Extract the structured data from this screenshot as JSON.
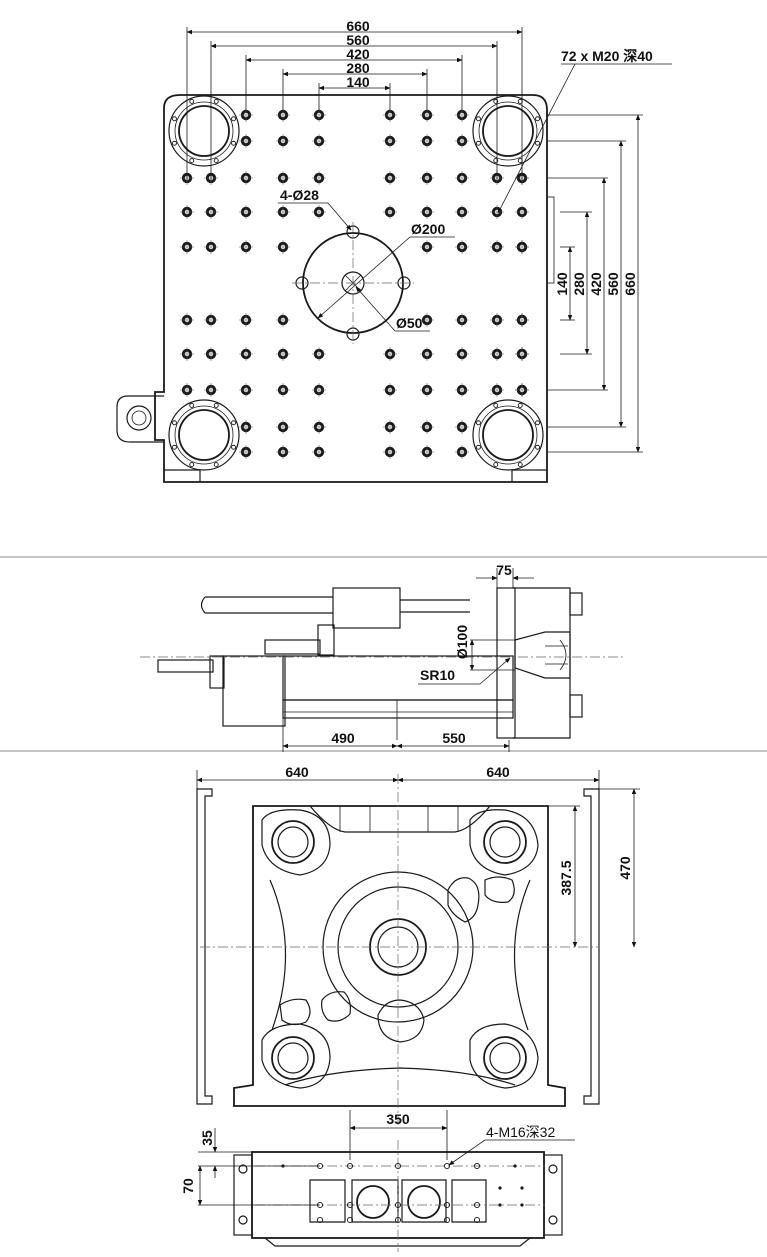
{
  "top_view": {
    "dims_horizontal": [
      "660",
      "560",
      "420",
      "280",
      "140"
    ],
    "dims_vertical": [
      "140",
      "280",
      "420",
      "560",
      "660"
    ],
    "thread_note": "72 x M20 深40",
    "center_holes": "4-Ø28",
    "center_dia": "Ø200",
    "center_bore": "Ø50"
  },
  "side_view": {
    "dim_top": "75",
    "dim_dia": "Ø100",
    "dim_radius": "SR10",
    "dim_left": "490",
    "dim_right": "550"
  },
  "front_view": {
    "dim_left": "640",
    "dim_right": "640",
    "dim_height_inner": "387.5",
    "dim_height_outer": "470"
  },
  "bottom_view": {
    "dim_span": "350",
    "dim_top_offset": "35",
    "dim_height": "70",
    "tap_note": "4-M16深32"
  }
}
